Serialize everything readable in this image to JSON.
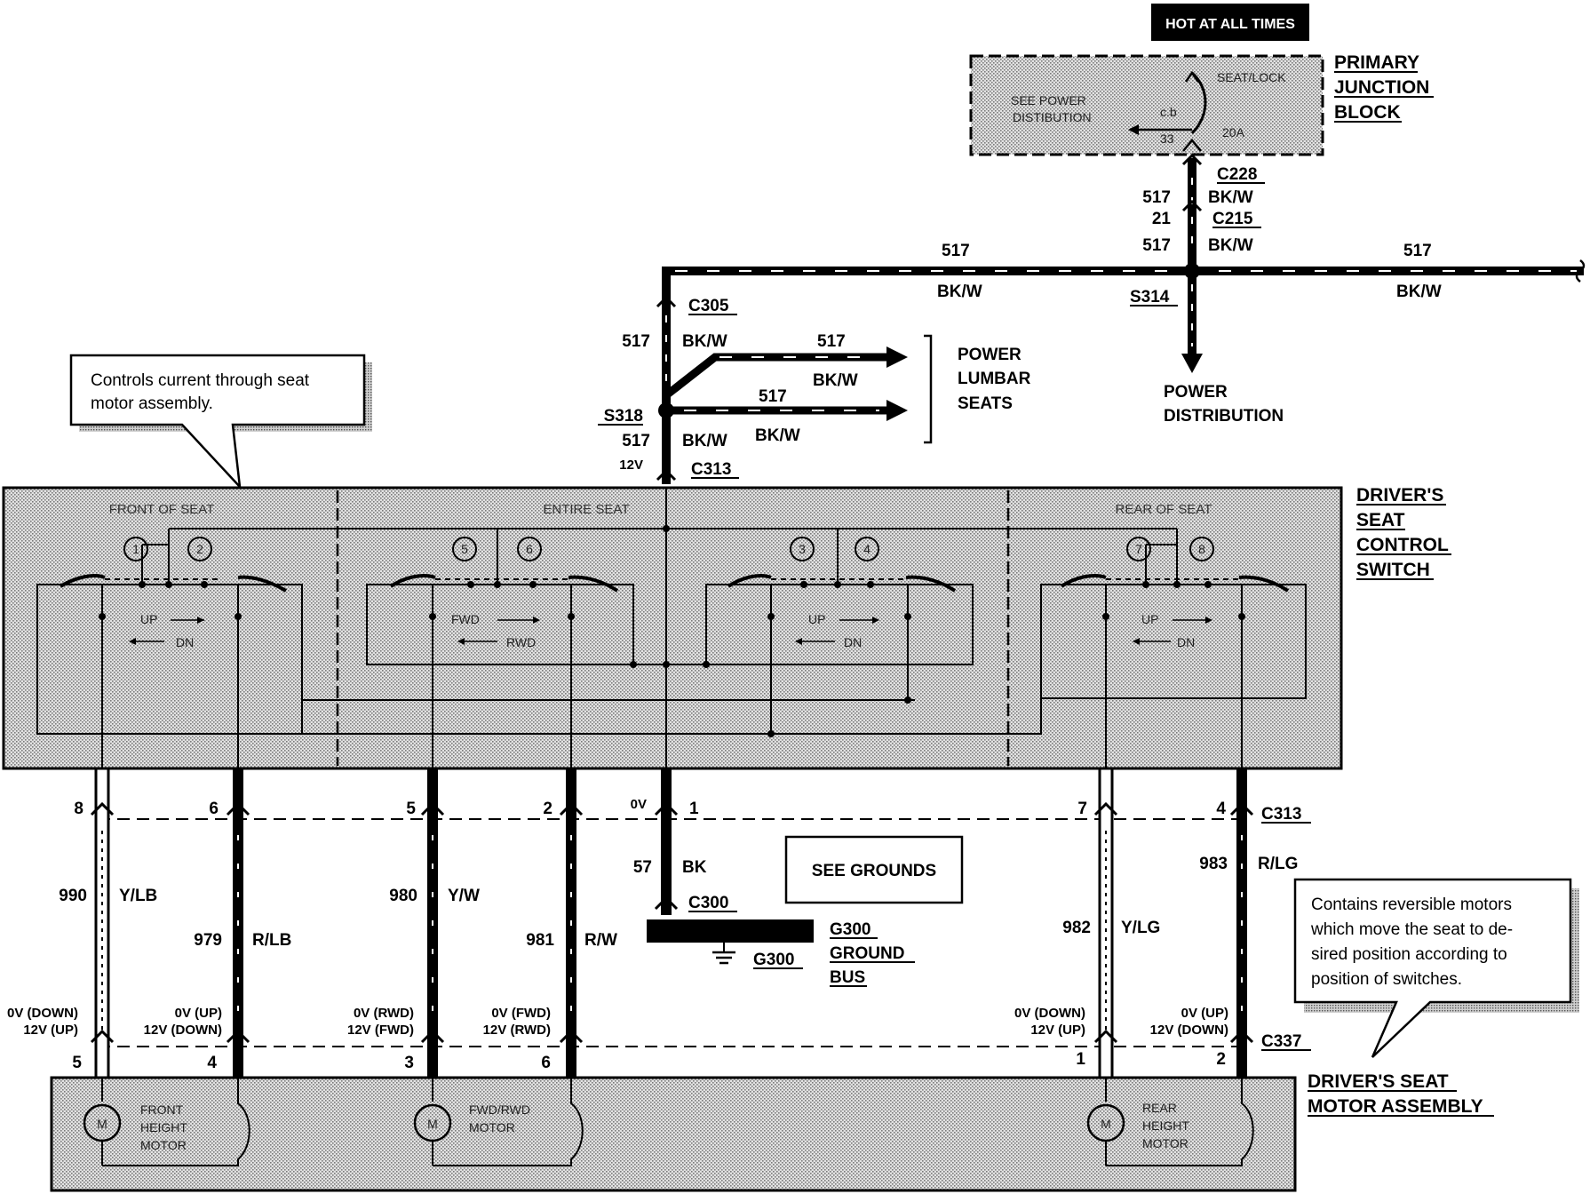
{
  "header": {
    "hot_at_all_times": "HOT AT ALL TIMES"
  },
  "junction": {
    "title_lines": [
      "PRIMARY",
      "JUNCTION",
      "BLOCK"
    ],
    "see_power_lines": [
      "SEE POWER",
      "DISTIBUTION"
    ],
    "seat_lock": "SEAT/LOCK",
    "cb": "c.b",
    "fuse_num": "33",
    "amps": "20A"
  },
  "power_feed": {
    "c228": "C228",
    "c215": "C215",
    "circuit_517": "517",
    "color_bkw": "BK/W",
    "pin_21": "21",
    "s314": "S314",
    "power_distribution_lines": [
      "POWER",
      "DISTRIBUTION"
    ]
  },
  "lumbar": {
    "c305": "C305",
    "s318": "S318",
    "c313_top": "C313",
    "volt_12": "12V",
    "power_lumbar_lines": [
      "POWER",
      "LUMBAR",
      "SEATS"
    ]
  },
  "callouts": {
    "switch_note_lines": [
      "Controls current through seat",
      "motor assembly."
    ],
    "motor_note_lines": [
      "Contains reversible motors",
      "which move the seat to de-",
      "sired position according to",
      "position of switches."
    ]
  },
  "switch": {
    "title_lines": [
      "DRIVER'S",
      "SEAT",
      "CONTROL",
      "SWITCH"
    ],
    "sections": [
      "FRONT OF SEAT",
      "ENTIRE SEAT",
      "REAR OF SEAT"
    ],
    "contacts": [
      "1",
      "2",
      "5",
      "6",
      "3",
      "4",
      "7",
      "8"
    ],
    "dir_up": "UP",
    "dir_dn": "DN",
    "dir_fwd": "FWD",
    "dir_rwd": "RWD"
  },
  "wires": [
    {
      "pin_top": "8",
      "circuit": "990",
      "color": "Y/LB",
      "pin_bottom": "5",
      "volt1": "0V (DOWN)",
      "volt2": "12V (UP)"
    },
    {
      "pin_top": "6",
      "circuit": "979",
      "color": "R/LB",
      "pin_bottom": "4",
      "volt1": "0V (UP)",
      "volt2": "12V (DOWN)"
    },
    {
      "pin_top": "5",
      "circuit": "980",
      "color": "Y/W",
      "pin_bottom": "3",
      "volt1": "0V (RWD)",
      "volt2": "12V (FWD)"
    },
    {
      "pin_top": "2",
      "circuit": "981",
      "color": "R/W",
      "pin_bottom": "6",
      "volt1": "0V (FWD)",
      "volt2": "12V (RWD)"
    },
    {
      "pin_top": "7",
      "circuit": "982",
      "color": "Y/LG",
      "pin_bottom": "1",
      "volt1": "0V (DOWN)",
      "volt2": "12V (UP)"
    },
    {
      "pin_top": "4",
      "circuit": "983",
      "color": "R/LG",
      "pin_bottom": "2",
      "volt1": "0V (UP)",
      "volt2": "12V (DOWN)"
    }
  ],
  "ground": {
    "volt_0": "0V",
    "pin": "1",
    "circuit": "57",
    "color": "BK",
    "c300": "C300",
    "g300": "G300",
    "bus_lines": [
      "G300",
      "GROUND",
      "BUS"
    ],
    "see_grounds": "SEE GROUNDS"
  },
  "connectors": {
    "c313": "C313",
    "c337": "C337"
  },
  "motor": {
    "title_lines": [
      "DRIVER'S SEAT",
      "MOTOR ASSEMBLY"
    ],
    "m": "M",
    "front_lines": [
      "FRONT",
      "HEIGHT",
      "MOTOR"
    ],
    "fwd_lines": [
      "FWD/RWD",
      "MOTOR"
    ],
    "rear_lines": [
      "REAR",
      "HEIGHT",
      "MOTOR"
    ]
  },
  "colors": {
    "ink": "#000000",
    "shade": "#d4d4d4",
    "paper": "#ffffff"
  }
}
